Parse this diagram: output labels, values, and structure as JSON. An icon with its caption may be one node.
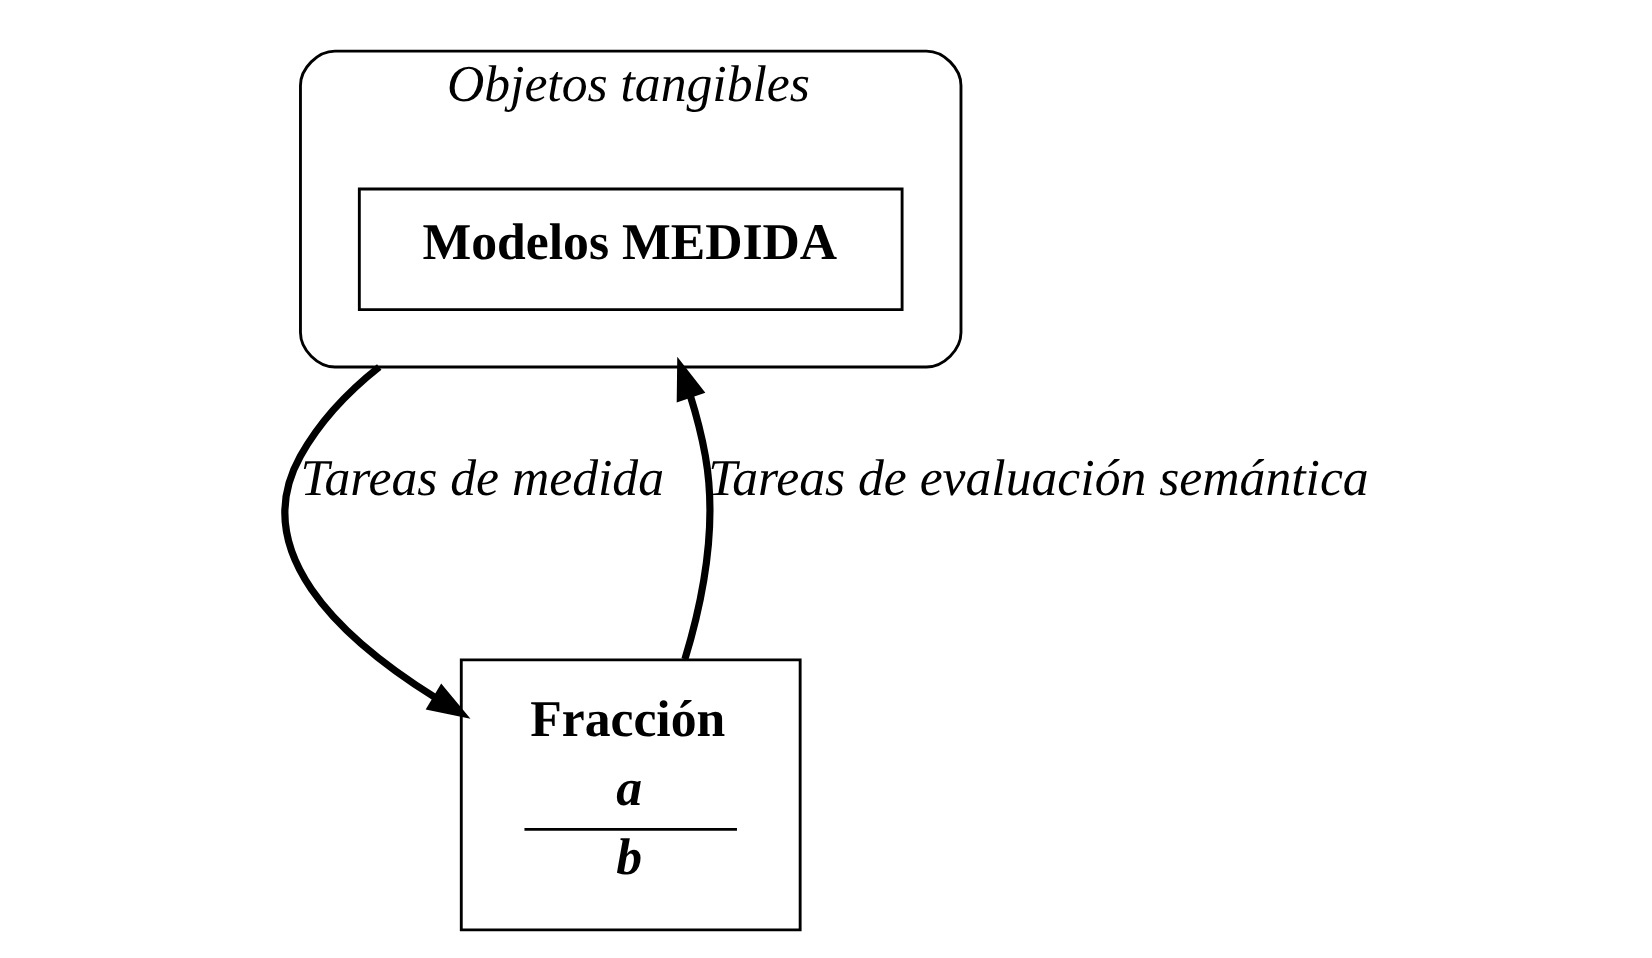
{
  "diagram": {
    "nodes": [
      {
        "text": [
          "Objetos tangibles"
        ]
      },
      {
        "text": [
          "Modelos MEDIDA"
        ],
        "in": 0
      },
      {
        "text": [
          "Fracción",
          "a",
          "b"
        ]
      }
    ],
    "edges": [
      {
        "from": 0,
        "to": 2,
        "arrow": "to",
        "label": "Tareas de medida"
      },
      {
        "from": 2,
        "to": 0,
        "arrow": "to",
        "label": "Tareas de evaluación semántica"
      }
    ]
  }
}
